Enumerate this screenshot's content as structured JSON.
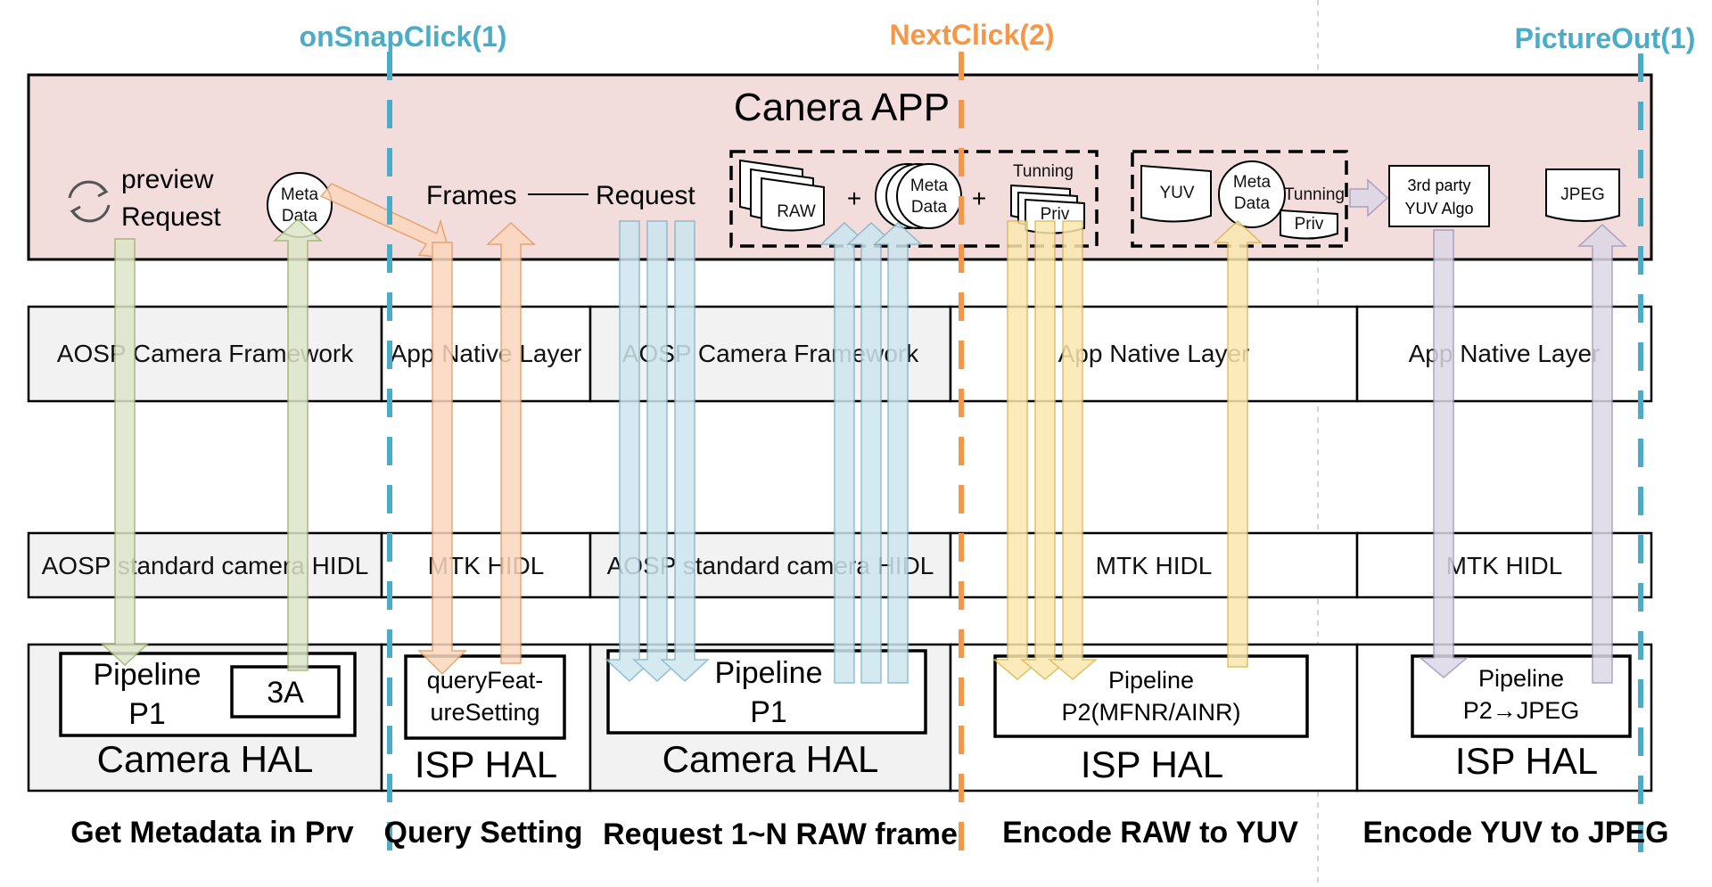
{
  "markers": {
    "on_snap_click": "onSnapClick(1)",
    "next_click": "NextClick(2)",
    "picture_out": "PictureOut(1)"
  },
  "app": {
    "title": "Canera APP",
    "preview_line1": "preview",
    "preview_line2": "Request",
    "meta_line1": "Meta",
    "meta_line2": "Data",
    "frames": "Frames",
    "request": "Request",
    "raw": "RAW",
    "plus": "+",
    "tunning": "Tunning",
    "priv": "Priv",
    "yuv": "YUV",
    "third_party_line1": "3rd party",
    "third_party_line2": "YUV Algo",
    "jpeg": "JPEG"
  },
  "layers": {
    "aosp_framework": "AOSP Camera Framework",
    "app_native": "App Native Layer",
    "aosp_hidl": "AOSP standard camera HIDL",
    "mtk_hidl": "MTK HIDL"
  },
  "hal": {
    "pipeline": "Pipeline",
    "p1": "P1",
    "three_a": "3A",
    "camera_hal": "Camera HAL",
    "isp_hal": "ISP HAL",
    "query_line1": "queryFeat-",
    "query_line2": "ureSetting",
    "p2_mfnr": "P2(MFNR/AINR)",
    "p2_jpeg": "P2→JPEG"
  },
  "phases": {
    "phase1": "Get Metadata in Prv",
    "phase2": "Query Setting",
    "phase3": "Request 1~N RAW frame",
    "phase4": "Encode RAW to YUV",
    "phase5": "Encode YUV to JPEG"
  },
  "colors": {
    "app_bg": "#f2dcdc",
    "marker_blue": "#4aacc6",
    "marker_orange": "#f79646",
    "arrow_green": "#dce6c8",
    "arrow_orange": "#fbd7bd",
    "arrow_blue": "#cde6ee",
    "arrow_yellow": "#fbe8b0",
    "arrow_purple": "#dcd8e6"
  }
}
